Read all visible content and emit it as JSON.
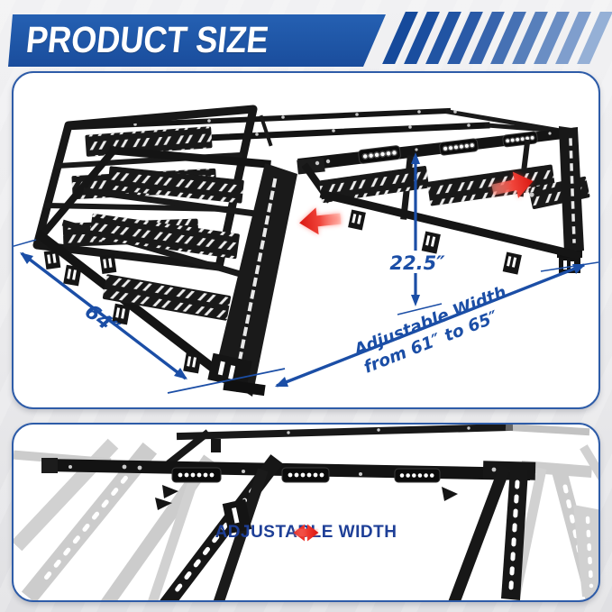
{
  "banner": {
    "title": "PRODUCT SIZE"
  },
  "panel_top": {
    "dimension_width_left": "64″",
    "dimension_height": "22.5″",
    "adjustable_note_line1": "Adjustable Width",
    "adjustable_note_line2": "from 61″  to 65″"
  },
  "panel_bottom": {
    "label": "ADJUSTABLE WIDTH"
  },
  "colors": {
    "banner_blue": "#1e55a8",
    "dimension_blue": "#1b4ea6",
    "label_navy": "#1e3f97",
    "arrow_red": "#e11510",
    "rack_black": "#161616",
    "ghost_gray": "#9a9a9a",
    "panel_border_blue": "#2e5ca8"
  },
  "icons": {
    "width_arrow_left": "red arrow pointing left",
    "width_arrow_right": "red arrow pointing right",
    "adjust_arrow_left": "red arrow pointing left",
    "adjust_arrow_right": "red arrow pointing right",
    "led_pod": "LED light bar"
  }
}
